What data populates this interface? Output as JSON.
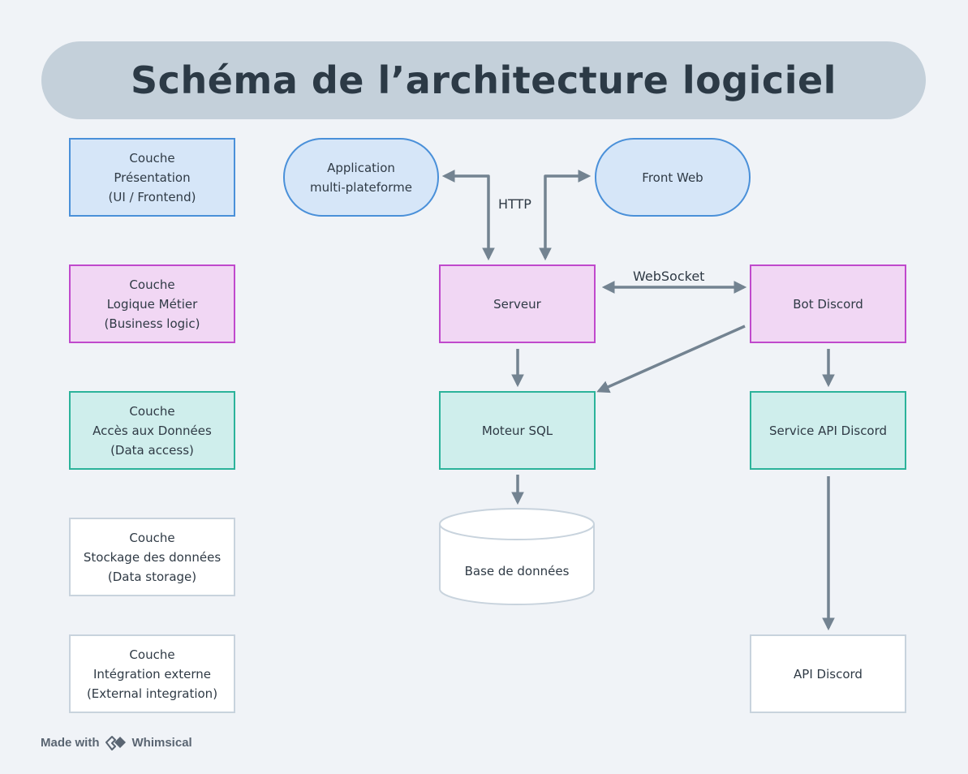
{
  "title": "Schéma de l’architecture logiciel",
  "layers": [
    {
      "label": "Couche\nPrésentation\n(UI / Frontend)",
      "kind": "presentation"
    },
    {
      "label": "Couche\nLogique Métier\n(Business logic)",
      "kind": "logic"
    },
    {
      "label": "Couche\nAccès aux Données\n(Data access)",
      "kind": "data"
    },
    {
      "label": "Couche\nStockage des données\n(Data storage)",
      "kind": "plain"
    },
    {
      "label": "Couche\nIntégration externe\n(External integration)",
      "kind": "plain"
    }
  ],
  "nodes": {
    "app": "Application\nmulti-plateforme",
    "front": "Front Web",
    "server": "Serveur",
    "bot": "Bot Discord",
    "sql": "Moteur SQL",
    "service": "Service API Discord",
    "db": "Base de données",
    "api": "API Discord"
  },
  "edge_labels": {
    "http": "HTTP",
    "websocket": "WebSocket"
  },
  "colors": {
    "presentation_fill": "#d6e6f8",
    "presentation_stroke": "#4a90d9",
    "logic_fill": "#f1d7f4",
    "logic_stroke": "#c049cc",
    "data_fill": "#cfeeec",
    "data_stroke": "#2bb39a",
    "arrow": "#738391"
  },
  "footer": {
    "made_with": "Made with",
    "brand": "Whimsical",
    "logo_icon": "whimsical-logo-icon"
  }
}
